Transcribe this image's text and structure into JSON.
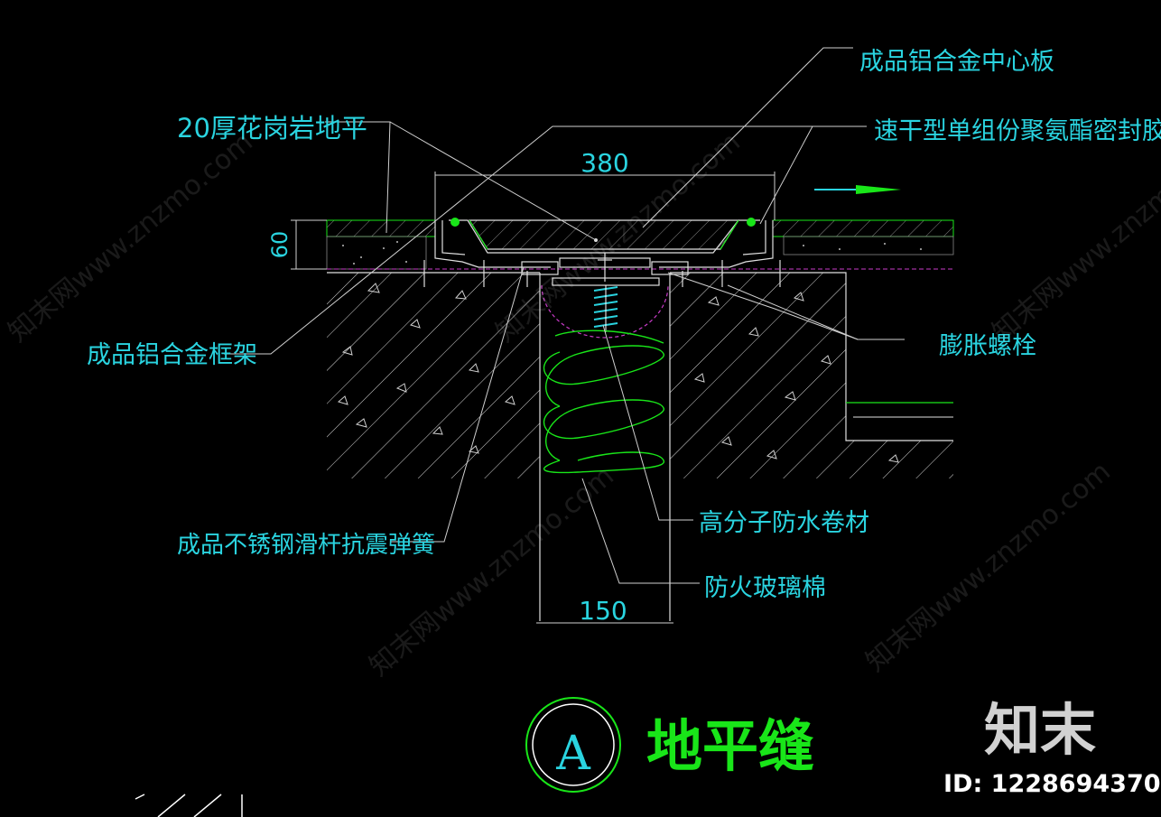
{
  "drawing": {
    "labels": {
      "center_plate": "成品铝合金中心板",
      "sealant": "速干型单组份聚氨酯密封胶",
      "granite": "20厚花岗岩地平",
      "frame": "成品铝合金框架",
      "bolt": "膨胀螺栓",
      "spring": "成品不锈钢滑杆抗震弹簧",
      "membrane": "高分子防水卷材",
      "glass_wool": "防火玻璃棉"
    },
    "dimensions": {
      "top_width": "380",
      "thickness": "60",
      "gap_width": "150"
    },
    "title": {
      "symbol": "A",
      "text": "地平缝"
    }
  },
  "watermark": {
    "text": "知末网www.znzmo.com",
    "logo": "知末",
    "id_text": "ID: 1228694370"
  },
  "colors": {
    "background": "#000000",
    "text_cyan": "#2ad4e0",
    "green": "#19e619",
    "magenta": "#c83cc8",
    "line_grey": "#c8c8c8"
  }
}
